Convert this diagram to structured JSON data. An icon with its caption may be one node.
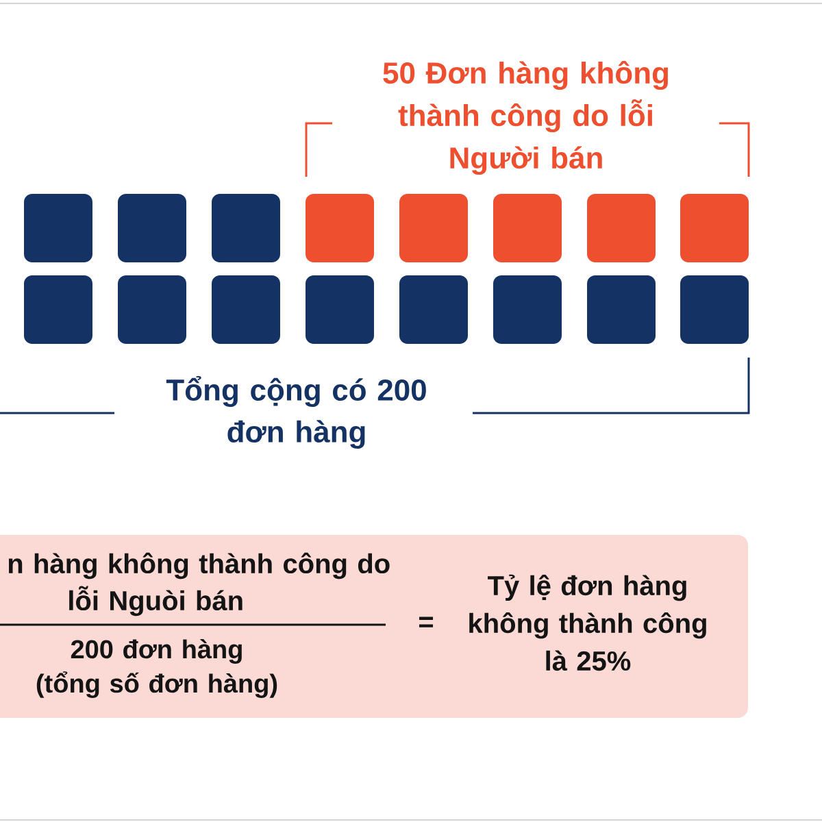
{
  "diagram": {
    "nodes": [
      {
        "text": [],
        "shape": "box"
      },
      {
        "text": [],
        "shape": "box"
      },
      {
        "text": [],
        "shape": "box"
      },
      {
        "text": [],
        "shape": "box"
      },
      {
        "text": [],
        "shape": "box"
      },
      {
        "text": [],
        "shape": "box"
      },
      {
        "text": [],
        "shape": "box"
      },
      {
        "text": [],
        "shape": "box"
      },
      {
        "text": [],
        "shape": "box"
      },
      {
        "text": [],
        "shape": "box"
      },
      {
        "text": [],
        "shape": "box"
      },
      {
        "text": [],
        "shape": "box"
      },
      {
        "text": [],
        "shape": "box"
      },
      {
        "text": [],
        "shape": "box"
      },
      {
        "text": [],
        "shape": "box"
      },
      {
        "text": [],
        "shape": "box"
      },
      {
        "text": [
          "n hàng không thành công do lỗi Nguòi bán",
          "200 đơn hàng (tổng số đơn hàng)",
          "=",
          "Tỷ lệ đơn hàng không thành công là 25%"
        ]
      }
    ],
    "labels": [
      "50 Đơn hàng không thành công do lỗi Người bán",
      "Tổng cộng có 200 đơn hàng"
    ]
  }
}
